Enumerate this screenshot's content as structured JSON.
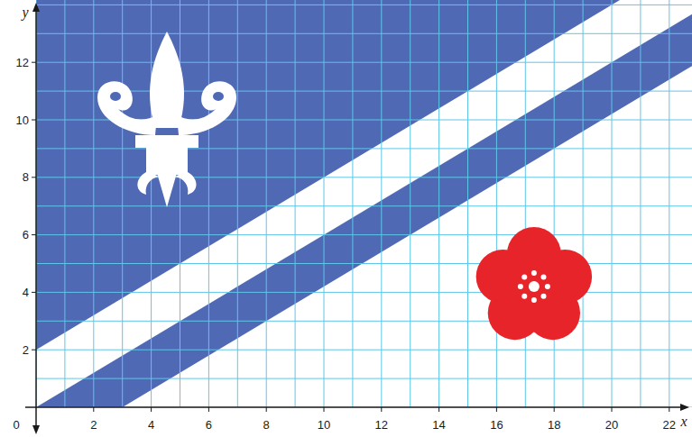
{
  "diagram": {
    "labels": [
      "y",
      "12",
      "10",
      "8",
      "6",
      "4",
      "2",
      "0",
      "2",
      "4",
      "6",
      "8",
      "10",
      "12",
      "14",
      "16",
      "18",
      "20",
      "22",
      "x"
    ]
  }
}
